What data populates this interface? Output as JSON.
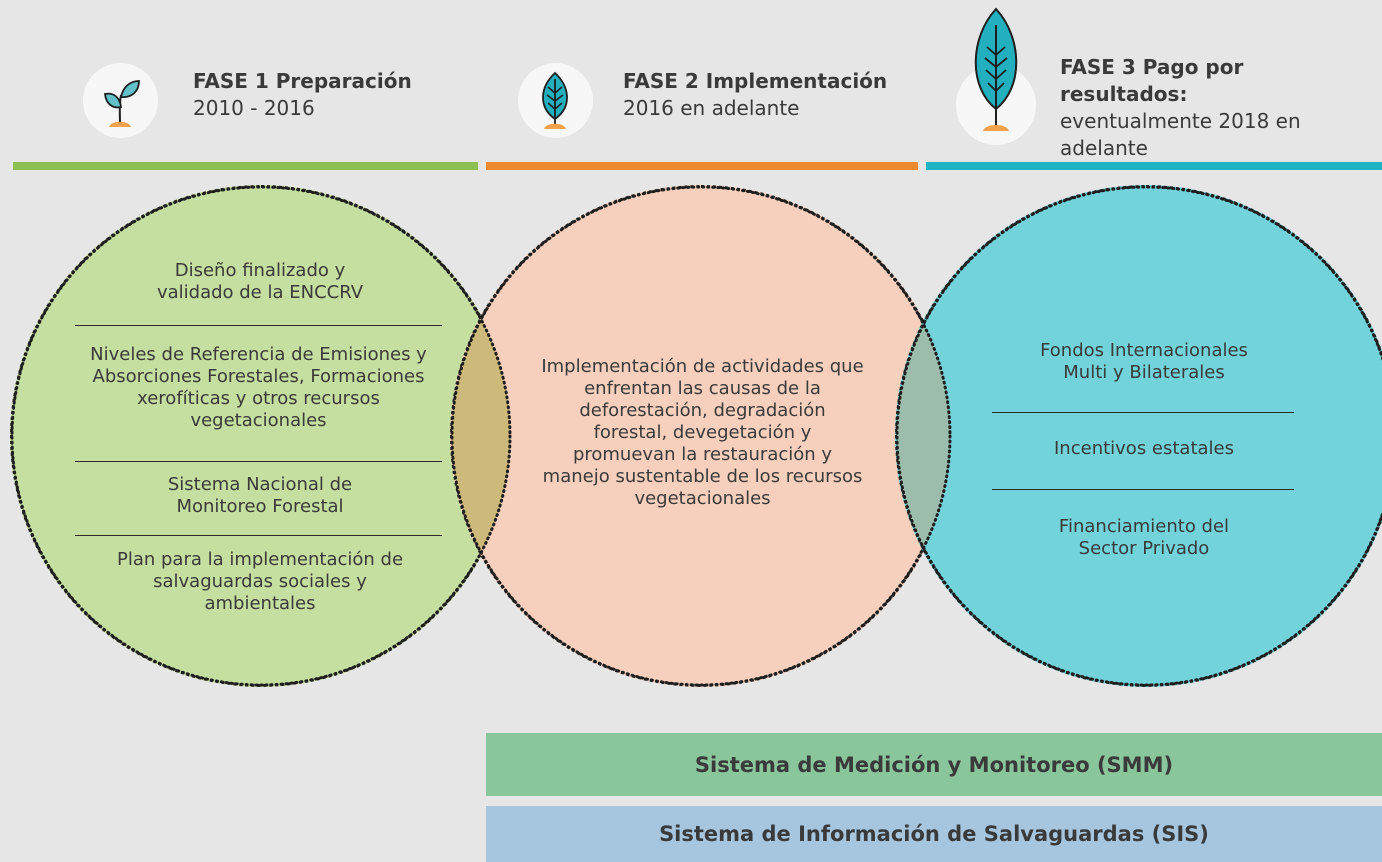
{
  "phases": [
    {
      "title": "FASE 1 Preparación",
      "subtitle": "2010 - 2016",
      "color": "#8cc152",
      "icon": "sprout-icon"
    },
    {
      "title": "FASE 2 Implementación",
      "subtitle": "2016 en adelante",
      "color": "#ee8a2e",
      "icon": "leaf-icon"
    },
    {
      "title": "FASE 3 Pago por resultados:",
      "subtitle": "eventualmente 2018 en adelante",
      "color": "#1fb3c4",
      "icon": "tree-icon"
    }
  ],
  "circles": {
    "left": {
      "color": "#c4df9f",
      "items": [
        "Diseño finalizado y validado de la ENCCRV",
        "Niveles de Referencia de Emisiones y Absorciones Forestales, Formaciones xerofíticas y otros recursos vegetacionales",
        "Sistema Nacional de Monitoreo Forestal",
        "Plan para la implementación de salvaguardas sociales y ambientales"
      ]
    },
    "middle": {
      "color": "#f7d0bd",
      "text": "Implementación de actividades que enfrentan las causas de la deforestación, degradación forestal, devegetación y promuevan la restauración y manejo sustentable de los recursos vegetacionales"
    },
    "right": {
      "color": "#72d3db",
      "items": [
        "Fondos Internacionales Multi y Bilaterales",
        "Incentivos estatales",
        "Financiamiento del Sector Privado"
      ]
    },
    "overlap_left_color": "#cdb979",
    "overlap_right_color": "#9cbcac"
  },
  "systems": [
    {
      "label": "Sistema de Medición y Monitoreo (SMM)",
      "color": "#8ac69c"
    },
    {
      "label": "Sistema de Información de Salvaguardas (SIS)",
      "color": "#a6c6e0"
    }
  ]
}
